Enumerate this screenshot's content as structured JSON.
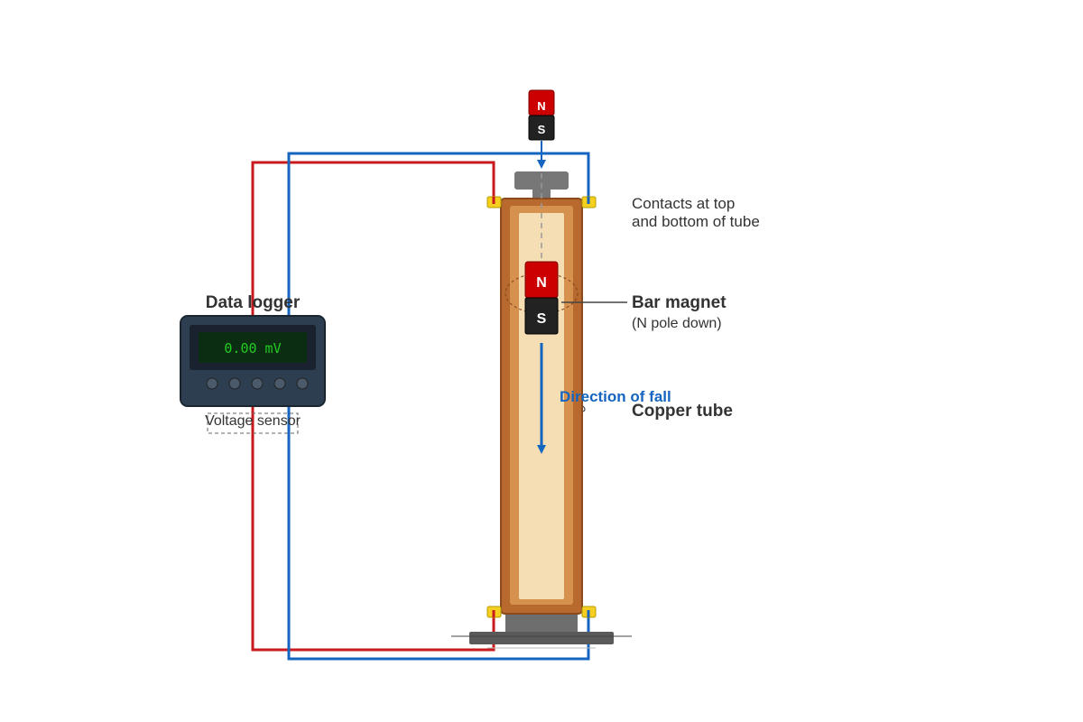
{
  "logger": {
    "title": "Data logger",
    "reading": "0.00 mV",
    "sensor_label": "Voltage sensor"
  },
  "magnet_top": {
    "north": "N",
    "south": "S"
  },
  "magnet_tube": {
    "north": "N",
    "south": "S"
  },
  "labels": {
    "contacts_line1": "Contacts at top",
    "contacts_line2": "and bottom of tube",
    "bar_magnet": "Bar magnet",
    "bar_magnet_note": "(N pole down)",
    "direction_of_fall": "Direction of fall",
    "copper_tube": "Copper tube"
  },
  "colors": {
    "red_wire": "#c8191e",
    "blue_wire": "#1565c0",
    "north_pole": "#cc0000",
    "south_pole": "#222222",
    "copper": "#b8692e",
    "tube_inner": "#f5deb3",
    "display_text": "#22cc22",
    "contact": "#f5d020",
    "fall_arrow": "#1565c0"
  },
  "icons": [
    "logger-button-icon",
    "contact-clip-icon",
    "arrow-down-icon"
  ]
}
